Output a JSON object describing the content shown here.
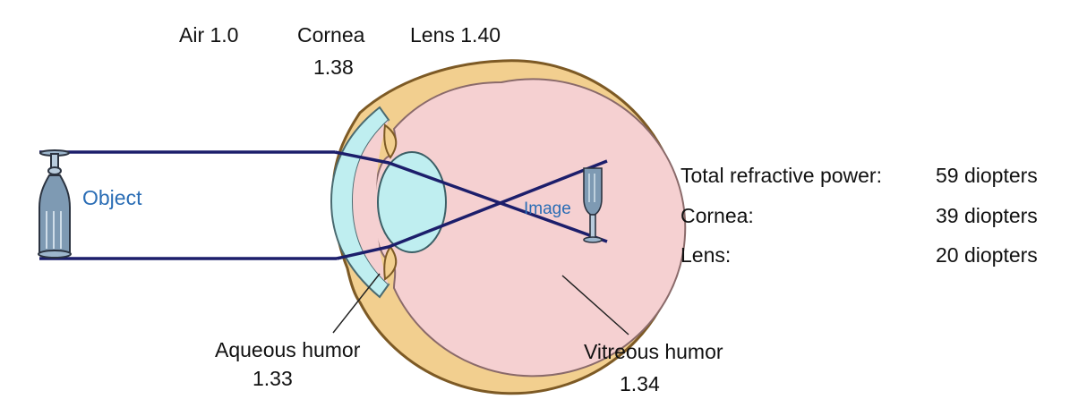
{
  "labels": {
    "air": "Air 1.0",
    "cornea_name": "Cornea",
    "cornea_index": "1.38",
    "lens": "Lens 1.40",
    "object": "Object",
    "image": "Image",
    "aqueous_name": "Aqueous humor",
    "aqueous_index": "1.33",
    "vitreous_name": "Vitreous humor",
    "vitreous_index": "1.34"
  },
  "power_table": {
    "rows": [
      {
        "label": "Total refractive power:",
        "value": "59 diopters"
      },
      {
        "label": "Cornea:",
        "value": "39 diopters"
      },
      {
        "label": "Lens:",
        "value": "20 diopters"
      }
    ]
  },
  "colors": {
    "sclera": "#f2cf8f",
    "sclera_edge": "#a07a3a",
    "vitreous": "#f4cfd0",
    "cornea_lens": "#bfeef0",
    "ray": "#1c1e6b",
    "label_blue": "#2a6db5"
  }
}
